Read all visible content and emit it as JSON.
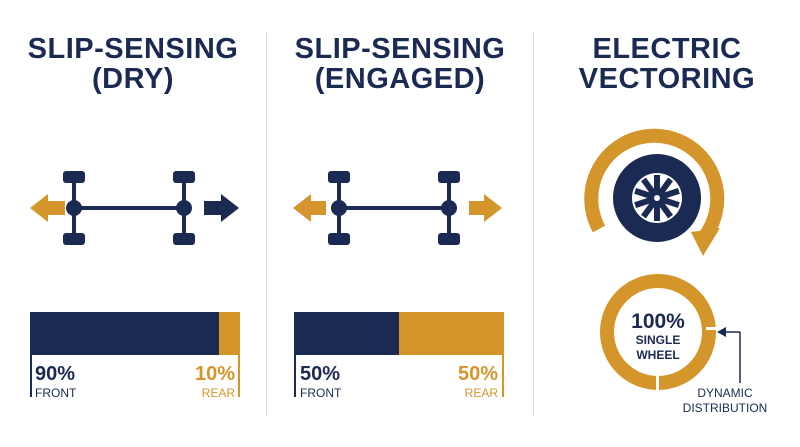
{
  "panels": [
    {
      "title": "SLIP-SENSING\n(DRY)",
      "front_share": 0.9,
      "rear_share": 0.1,
      "front_pct": "90%",
      "front_label": "FRONT",
      "rear_pct": "10%",
      "rear_label": "REAR"
    },
    {
      "title": "SLIP-SENSING\n(ENGAGED)",
      "front_share": 0.5,
      "rear_share": 0.5,
      "front_pct": "50%",
      "front_label": "FRONT",
      "rear_pct": "50%",
      "rear_label": "REAR"
    },
    {
      "title": "ELECTRIC\nVECTORING",
      "value": "100%",
      "sublabel": "SINGLE\nWHEEL",
      "callout": "DYNAMIC\nDISTRIBUTION"
    }
  ],
  "colors": {
    "navy": "#1b2a52",
    "gold": "#d4962a",
    "divider": "#d9d9d9"
  },
  "icons": [
    "drivetrain-icon",
    "arrow-left-icon",
    "arrow-right-icon",
    "wheel-icon",
    "rotation-arrow-icon"
  ]
}
